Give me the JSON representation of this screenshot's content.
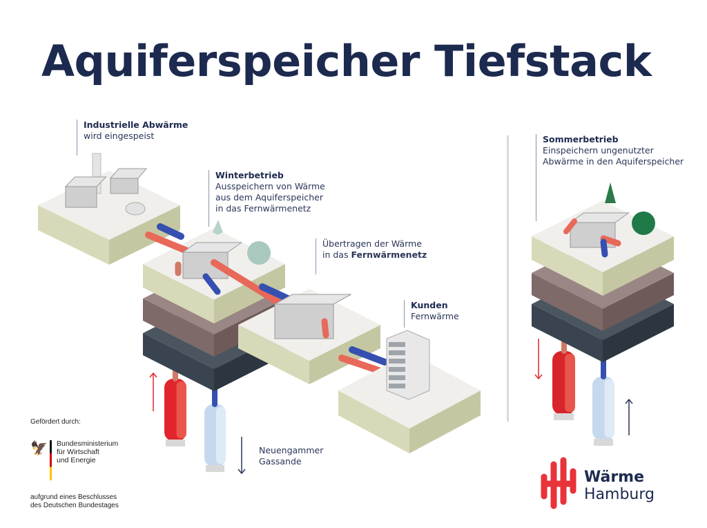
{
  "title": "Aquiferspeicher Tiefstack",
  "labels": {
    "industry": {
      "heading": "Industrielle Abwärme",
      "text": "wird eingespeist"
    },
    "winter": {
      "heading": "Winterbetrieb",
      "line1": "Ausspeichern von Wärme",
      "line2": "aus dem Aquiferspeicher",
      "line3": "in das Fernwärmenetz"
    },
    "transfer": {
      "line1": "Übertragen der Wärme",
      "line2_prefix": "in das ",
      "line2_bold": "Fernwärmenetz"
    },
    "customers": {
      "heading": "Kunden",
      "text": "Fernwärme"
    },
    "aquifer": {
      "line1": "Neuengammer",
      "line2": "Gassande"
    },
    "summer": {
      "heading": "Sommerbetrieb",
      "line1": "Einspeichern ungenutzter",
      "line2": "Abwärme in den Aquiferspeicher"
    }
  },
  "funding": {
    "intro": "Gefördert durch:",
    "ministry_line1": "Bundesministerium",
    "ministry_line2": "für Wirtschaft",
    "ministry_line3": "und Energie",
    "note_line1": "aufgrund eines Beschlusses",
    "note_line2": "des Deutschen Bundestages"
  },
  "brand": {
    "line1": "Wärme",
    "line2": "Hamburg"
  },
  "colors": {
    "navy": "#1d2a4f",
    "hot": "#e8433a",
    "cold": "#2f4fa8",
    "brand_red": "#e8333a"
  }
}
